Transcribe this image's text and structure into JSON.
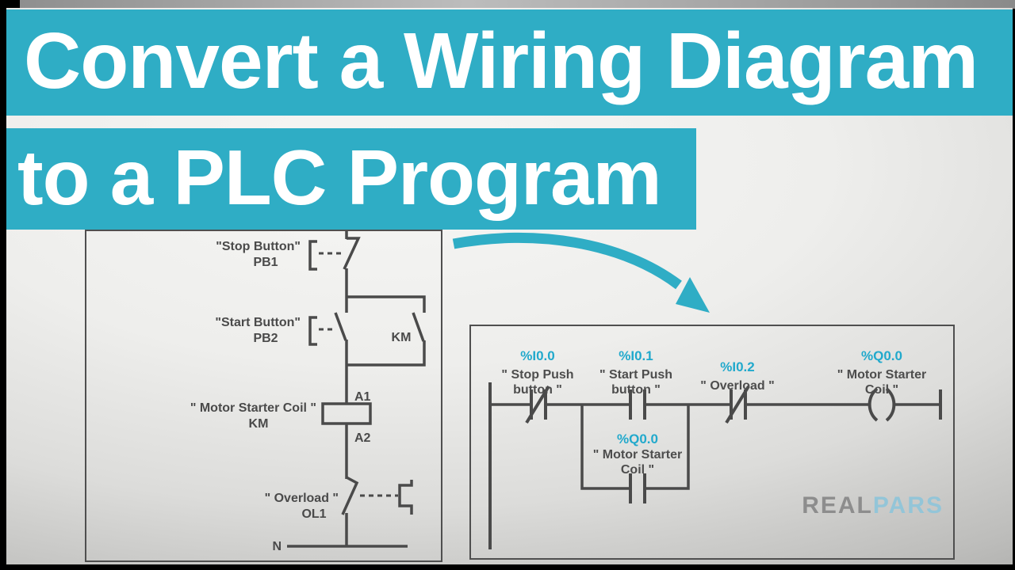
{
  "banners": {
    "line1": "Convert a Wiring Diagram",
    "line2": "to a PLC Program"
  },
  "colors": {
    "banner_teal": "#2fadc5",
    "arrow_teal": "#2fadc5",
    "wire_gray": "#4a4a4a",
    "tag_teal": "#21a9cc",
    "logo_gray": "#8d8d8d",
    "logo_blue": "#93c5d8"
  },
  "wiring_diagram": {
    "stop": {
      "label": "\"Stop Button\"",
      "tag": "PB1"
    },
    "start": {
      "label": "\"Start Button\"",
      "tag": "PB2"
    },
    "seal_contact": {
      "label": "KM"
    },
    "coil": {
      "label": "\" Motor Starter Coil \"",
      "tag": "KM",
      "terminal_top": "A1",
      "terminal_bottom": "A2"
    },
    "overload": {
      "label": "\" Overload \"",
      "tag": "OL1"
    },
    "neutral": {
      "label": "N"
    }
  },
  "ladder": {
    "stop": {
      "address": "%I0.0",
      "name_line1": "\" Stop Push",
      "name_line2": "button \""
    },
    "start": {
      "address": "%I0.1",
      "name_line1": "\" Start Push",
      "name_line2": "button \""
    },
    "overload": {
      "address": "%I0.2",
      "name_line1": "\" Overload \""
    },
    "output_coil": {
      "address": "%Q0.0",
      "name_line1": "\" Motor Starter",
      "name_line2": "Coil \""
    },
    "seal_in": {
      "address": "%Q0.0",
      "name_line1": "\" Motor Starter",
      "name_line2": "Coil \""
    }
  },
  "logo": {
    "real": "REAL",
    "pars": "PARS"
  }
}
